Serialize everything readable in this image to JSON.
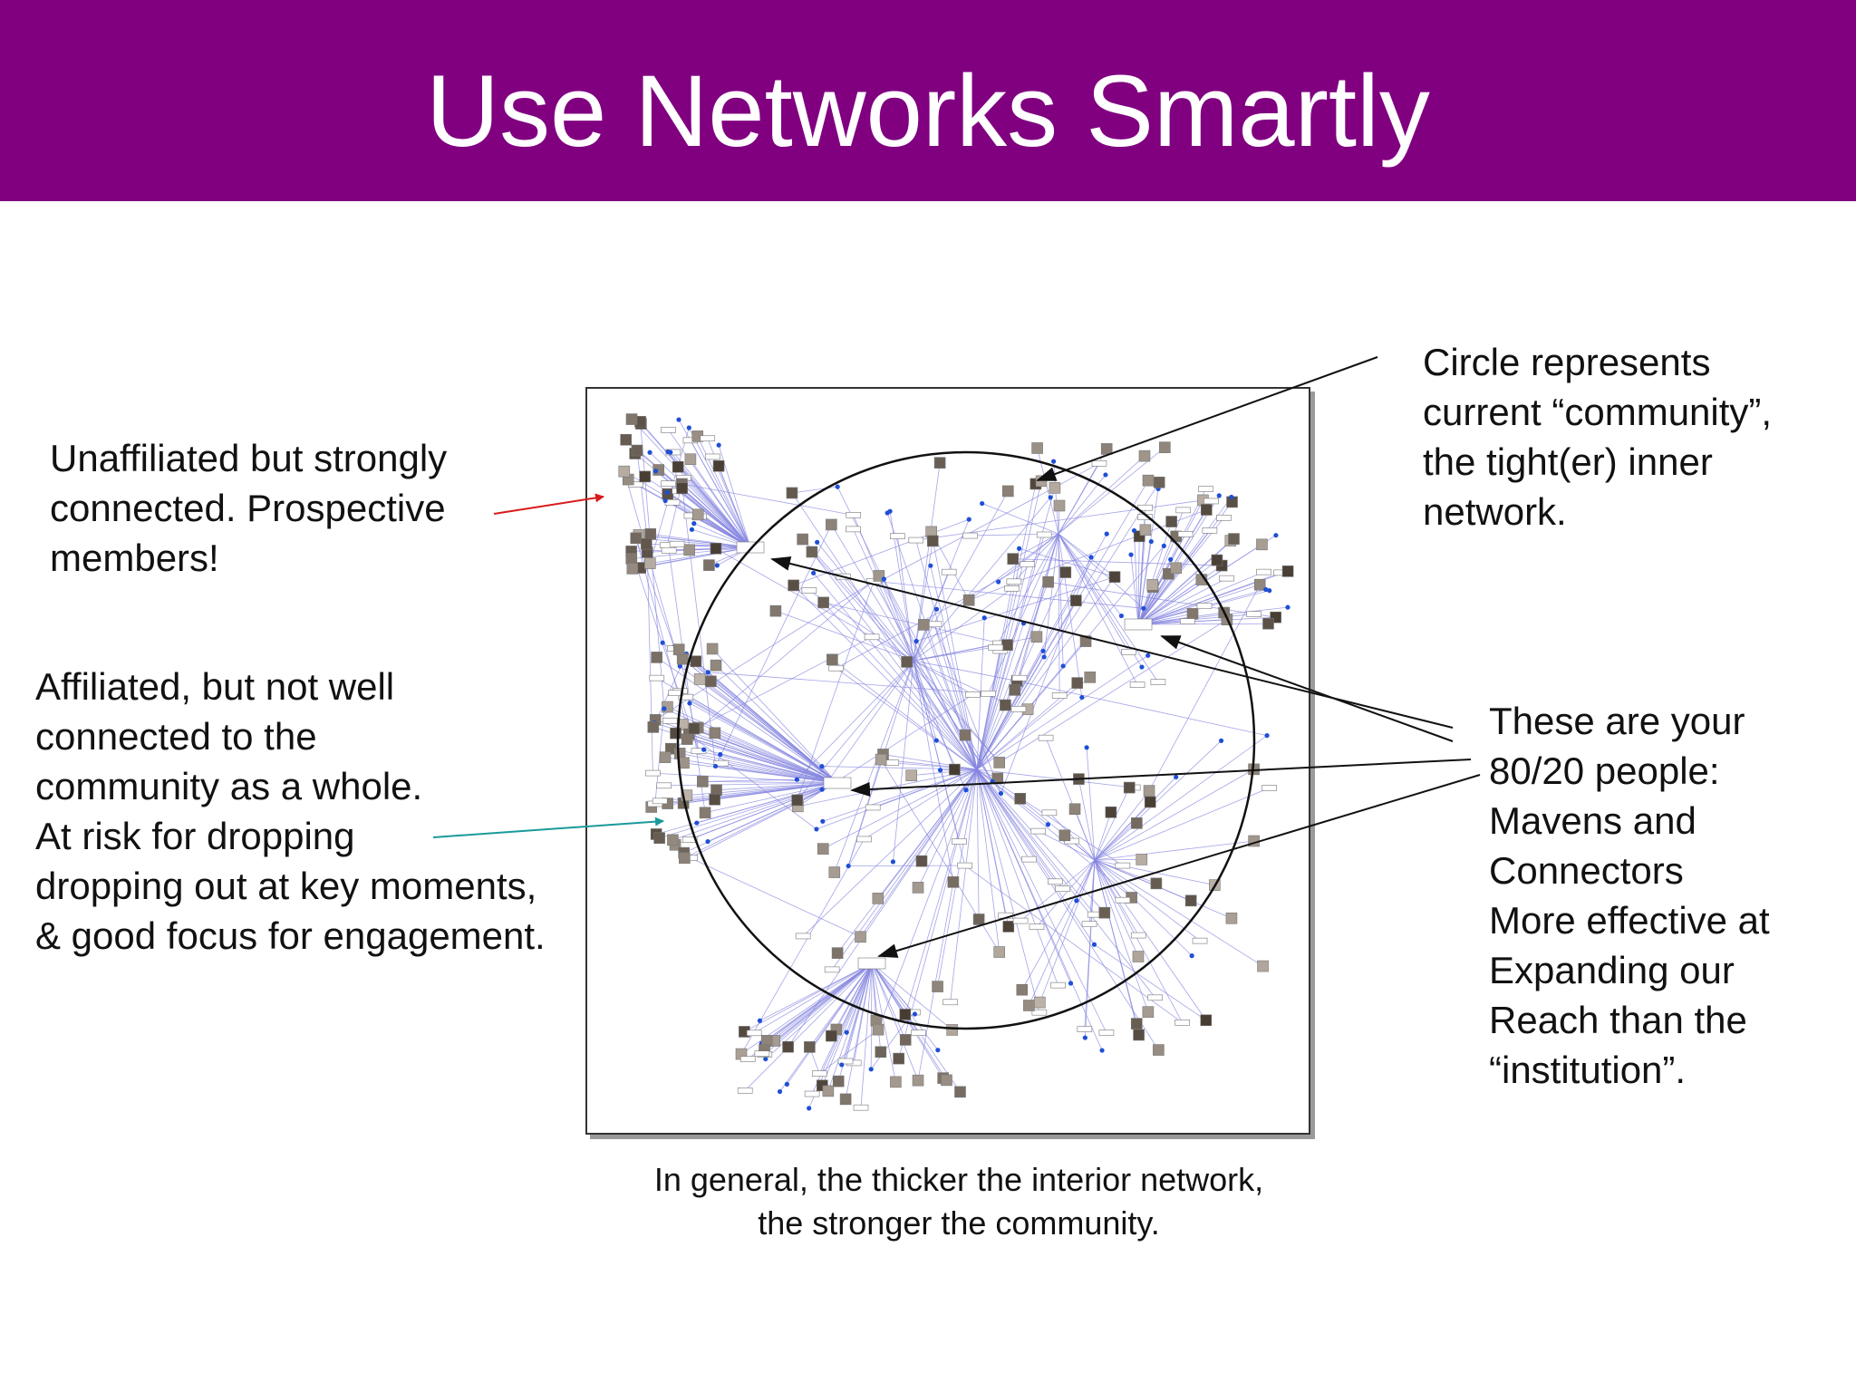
{
  "title": "Use Networks Smartly",
  "callouts": {
    "unaffiliated": [
      "Unaffiliated but strongly",
      "connected.  Prospective",
      "members!"
    ],
    "affiliated": [
      "Affiliated, but not well",
      "connected to the",
      "community as a whole.",
      "At risk for dropping",
      "dropping out at key moments,",
      "& good focus for engagement."
    ],
    "circle": [
      "Circle represents",
      "current “community”,",
      "the tight(er) inner",
      "network."
    ],
    "people_8020": [
      "These are your",
      "80/20 people:",
      "Mavens and",
      "Connectors",
      "More effective at",
      "Expanding our",
      "Reach than the",
      "“institution”."
    ]
  },
  "caption": [
    "In general, the thicker the interior network,",
    "the stronger the community."
  ],
  "colors": {
    "title_bar": "#800080",
    "title_text": "#ffffff",
    "edge": "#8585e0",
    "arrow_red": "#d81b1b",
    "arrow_teal": "#1a9a9a",
    "arrow_black": "#111111",
    "node_blue": "#1f4fd6"
  }
}
